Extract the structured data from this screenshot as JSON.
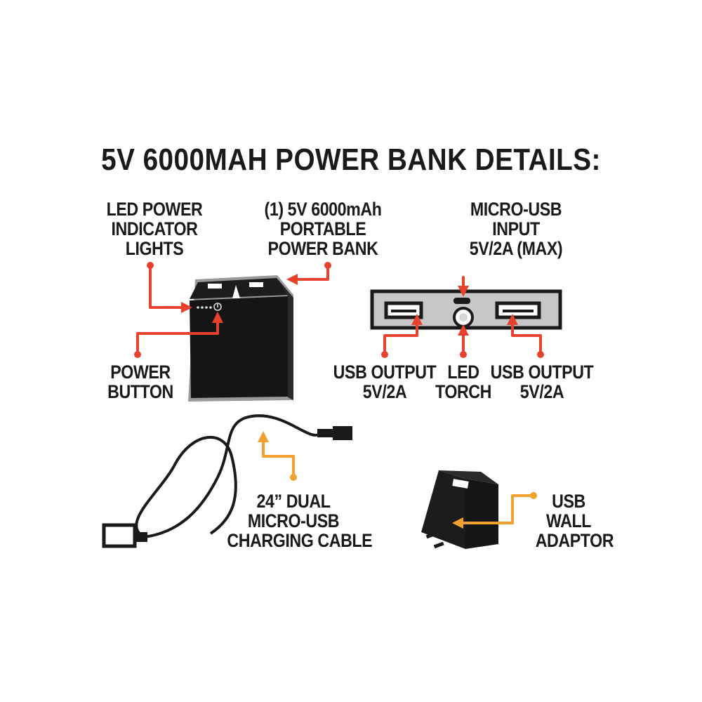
{
  "title": "5V 6000MAH POWER BANK DETAILS:",
  "labels": {
    "led_power_indicator": "LED POWER\nINDICATOR\nLIGHTS",
    "power_bank": "(1) 5V 6000mAh\nPORTABLE\nPOWER BANK",
    "micro_usb_input": "MICRO-USB\nINPUT\n5V/2A (MAX)",
    "power_button": "POWER\nBUTTON",
    "usb_output_left": "USB OUTPUT\n5V/2A",
    "led_torch": "LED\nTORCH",
    "usb_output_right": "USB OUTPUT\n5V/2A",
    "charging_cable": "24” DUAL\nMICRO-USB\nCHARGING CABLE",
    "wall_adaptor": "USB\nWALL\nADAPTOR"
  },
  "colors": {
    "text": "#1a1a1a",
    "red_callout": "#e8412c",
    "orange_callout": "#f2a030",
    "device_body": "#151515",
    "device_frame": "#9a9a9a",
    "side_panel": "#c7c7c7"
  }
}
